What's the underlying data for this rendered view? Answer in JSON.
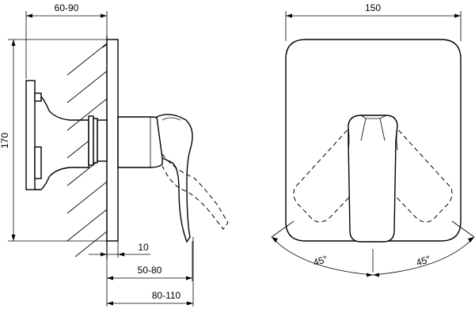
{
  "dimensions": {
    "wall_depth": "60-90",
    "height": "170",
    "offset": "10",
    "lever_depth": "50-80",
    "total_depth": "80-110",
    "plate_width": "150",
    "angle_left": "45°",
    "angle_right": "45°"
  }
}
